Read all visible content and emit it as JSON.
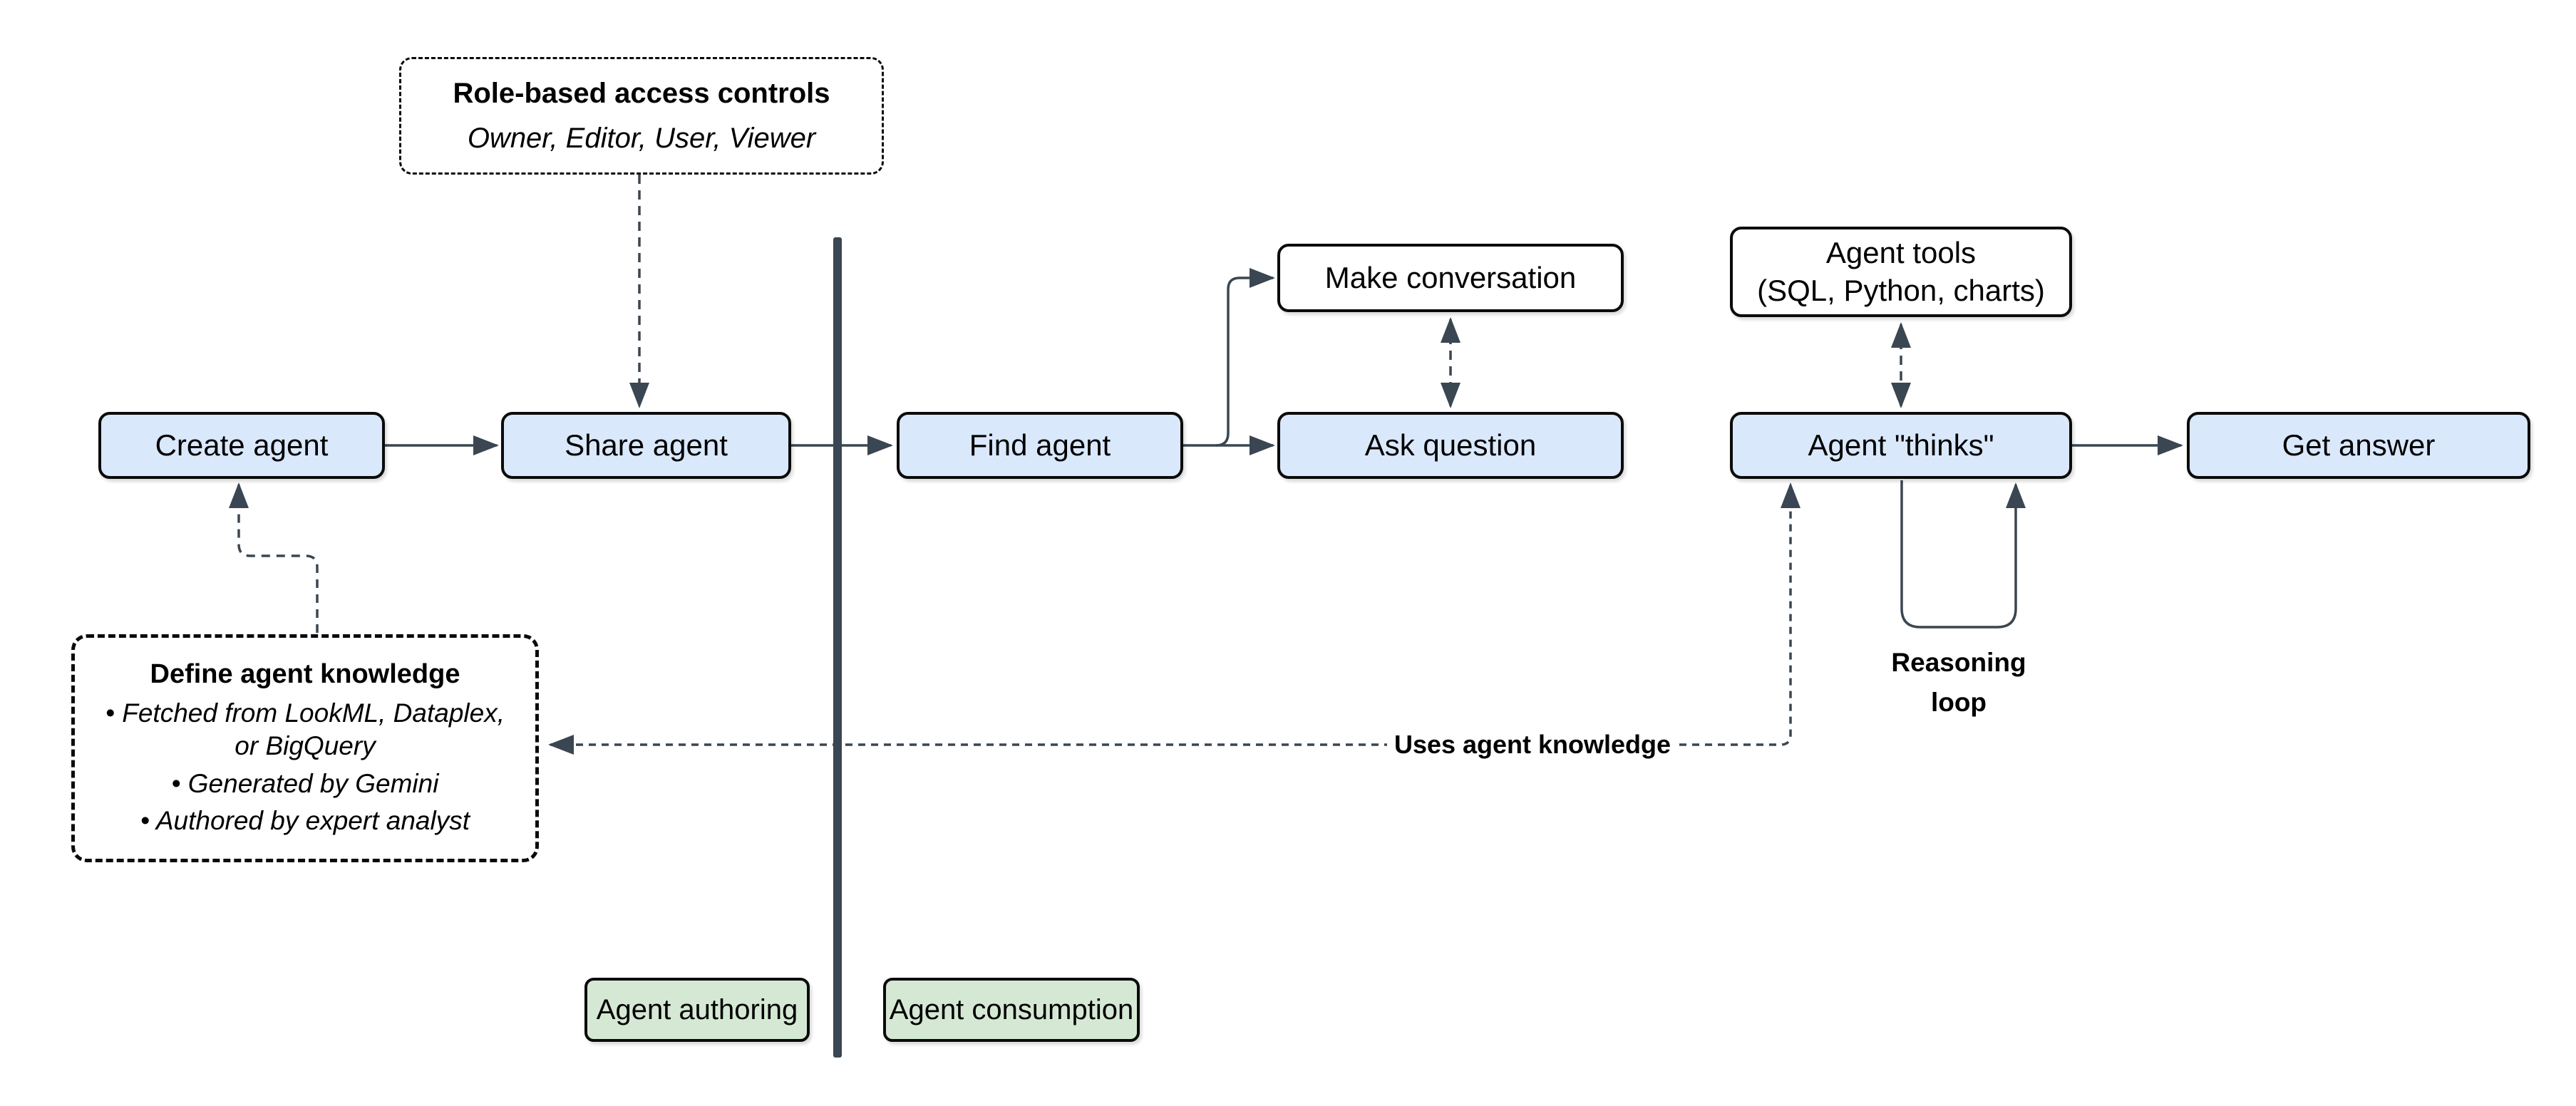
{
  "diagram": {
    "title_none_visible": "",
    "colors": {
      "background": "#ffffff",
      "node_fill_blue": "#dae8fc",
      "node_fill_white": "#ffffff",
      "node_fill_green": "#d5e8d4",
      "node_border": "#0b0b0b",
      "connector": "#3a4651",
      "text": "#000000"
    },
    "nodes": {
      "create_agent": {
        "label": "Create agent"
      },
      "share_agent": {
        "label": "Share agent"
      },
      "find_agent": {
        "label": "Find agent"
      },
      "ask_question": {
        "label": "Ask question"
      },
      "make_conversation": {
        "label": "Make conversation"
      },
      "agent_tools": {
        "label": "Agent tools\n(SQL, Python, charts)"
      },
      "agent_thinks": {
        "label": "Agent \"thinks\""
      },
      "get_answer": {
        "label": "Get answer"
      }
    },
    "notes": {
      "rbac": {
        "title": "Role-based access controls",
        "subtitle": "Owner, Editor, User, Viewer"
      },
      "knowledge": {
        "title": "Define agent knowledge",
        "bullets": [
          "• Fetched from LookML, Dataplex,\nor BigQuery",
          "• Generated by Gemini",
          "• Authored by expert analyst"
        ]
      }
    },
    "labels": {
      "uses_knowledge": "Uses agent knowledge",
      "reasoning_loop": "Reasoning\nloop",
      "agent_authoring": "Agent authoring",
      "agent_consumption": "Agent consumption"
    }
  }
}
